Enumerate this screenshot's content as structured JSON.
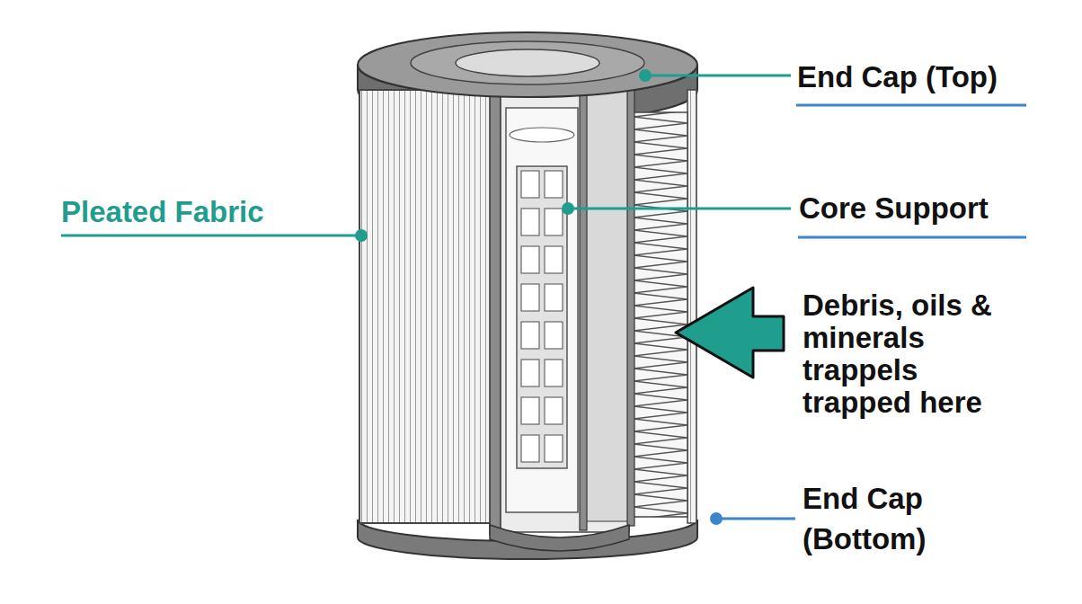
{
  "diagram": {
    "labels": [
      "End Cap (Top)",
      "Pleated Fabric",
      "Core Support",
      "Debris, oils & minerals trappels trapped here",
      "End Cap (Bottom)"
    ]
  }
}
